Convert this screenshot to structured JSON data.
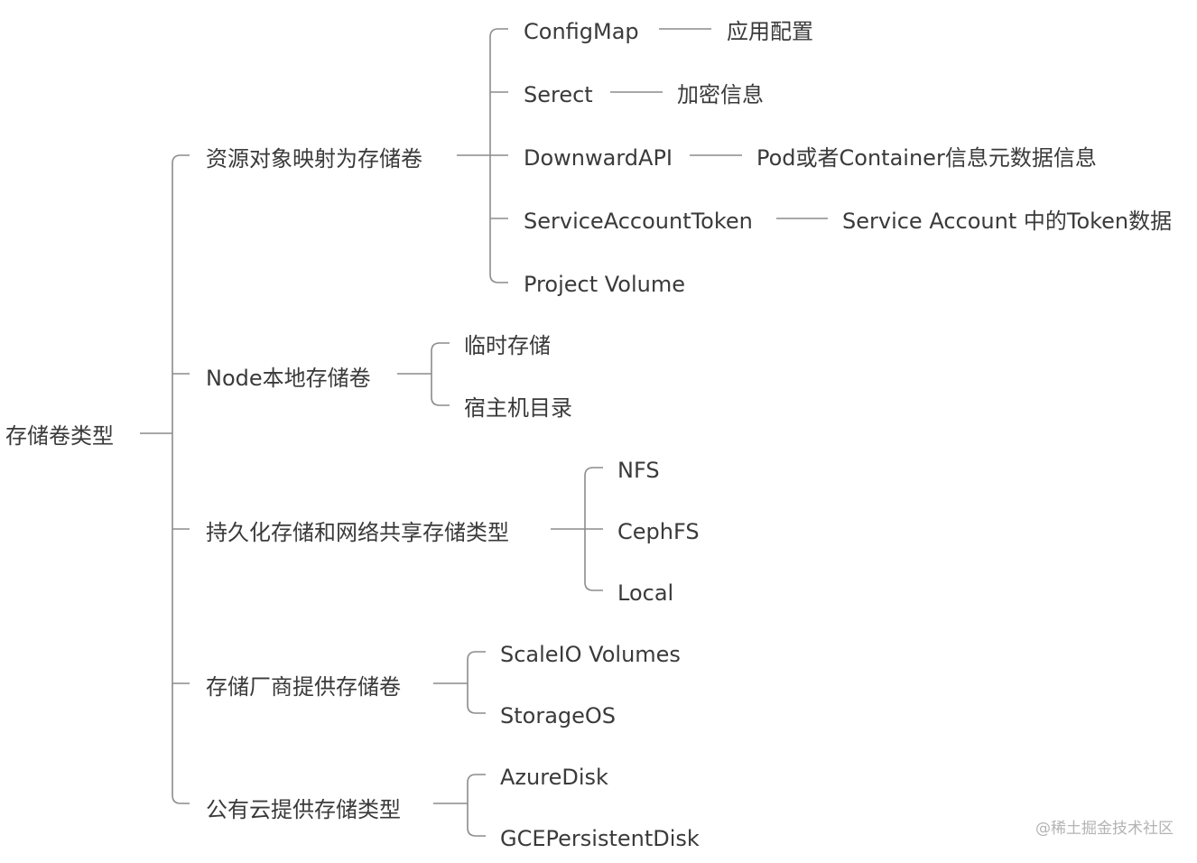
{
  "root": "存储卷类型",
  "branches": [
    {
      "label": "资源对象映射为存储卷",
      "children": [
        {
          "label": "ConfigMap",
          "note": "应用配置"
        },
        {
          "label": "Serect",
          "note": "加密信息"
        },
        {
          "label": "DownwardAPI",
          "note": "Pod或者Container信息元数据信息"
        },
        {
          "label": "ServiceAccountToken",
          "note": "Service Account 中的Token数据"
        },
        {
          "label": "Project Volume"
        }
      ]
    },
    {
      "label": "Node本地存储卷",
      "children": [
        {
          "label": "临时存储"
        },
        {
          "label": "宿主机目录"
        }
      ]
    },
    {
      "label": "持久化存储和网络共享存储类型",
      "children": [
        {
          "label": "NFS"
        },
        {
          "label": "CephFS"
        },
        {
          "label": "Local"
        }
      ]
    },
    {
      "label": "存储厂商提供存储卷",
      "children": [
        {
          "label": "ScaleIO Volumes"
        },
        {
          "label": "StorageOS"
        }
      ]
    },
    {
      "label": "公有云提供存储类型",
      "children": [
        {
          "label": "AzureDisk"
        },
        {
          "label": "GCEPersistentDisk"
        }
      ]
    }
  ],
  "watermark": "@稀土掘金技术社区"
}
